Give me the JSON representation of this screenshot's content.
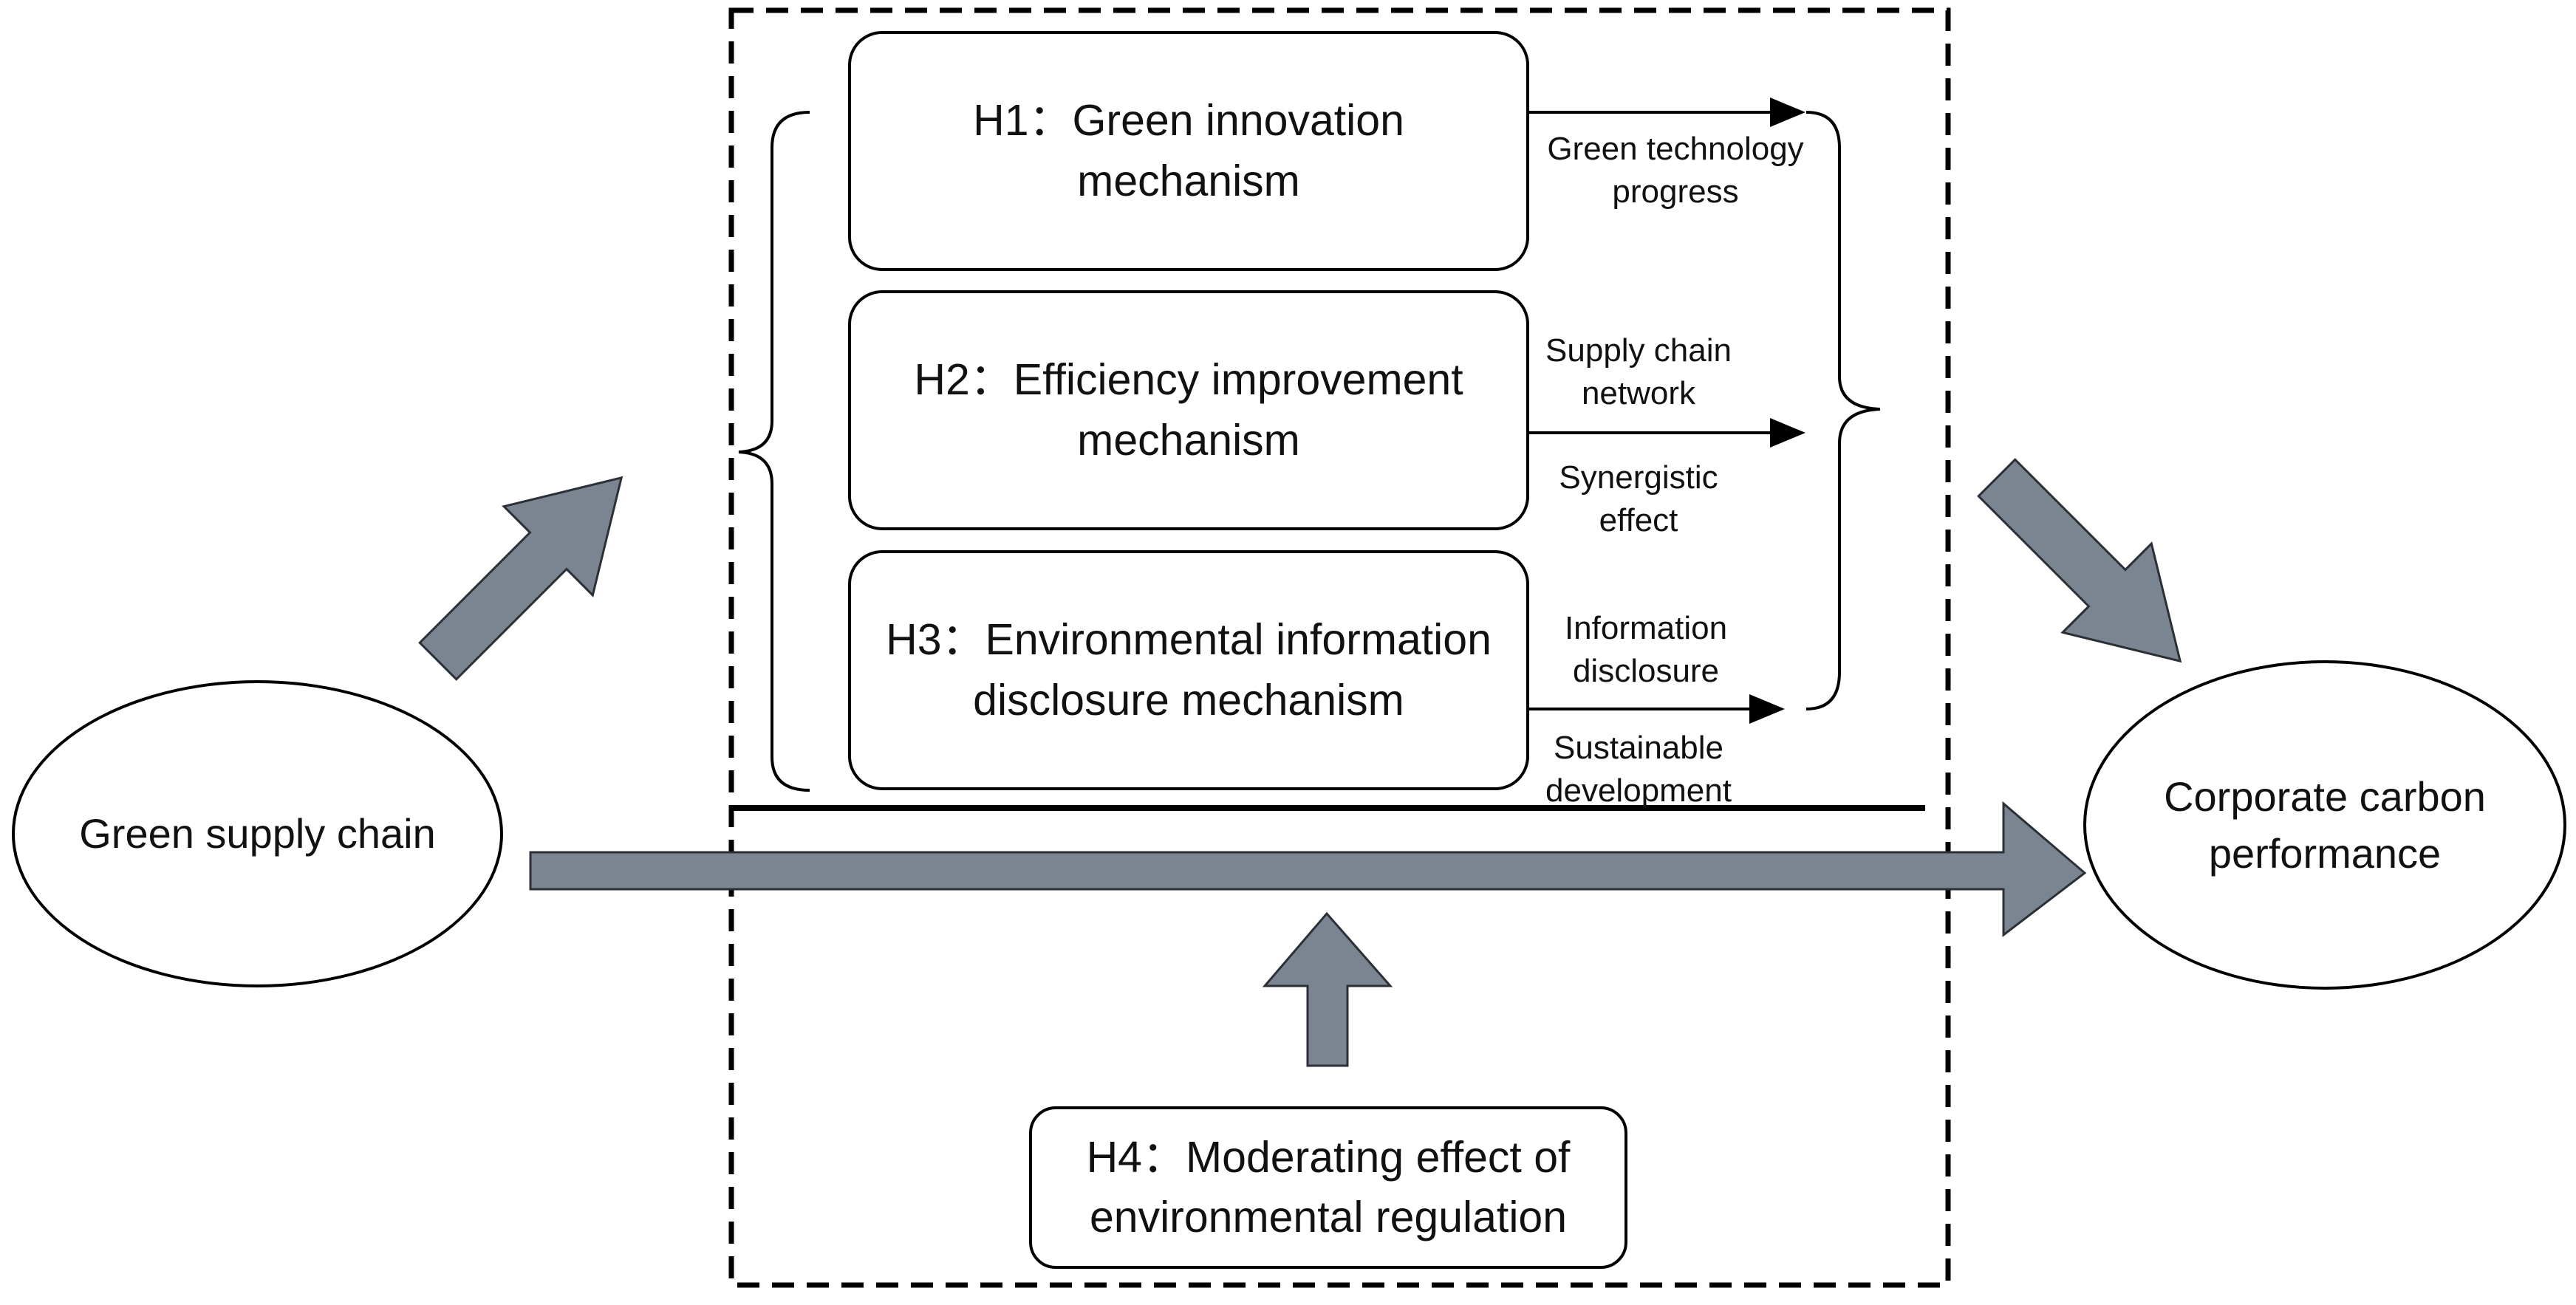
{
  "nodes": {
    "green_supply_chain": {
      "label": "Green supply chain"
    },
    "corporate_carbon_performance": {
      "lines": [
        "Corporate carbon",
        "performance"
      ]
    },
    "h1": {
      "lines": [
        "H1：Green innovation",
        "mechanism"
      ]
    },
    "h2": {
      "lines": [
        "H2：Efficiency improvement",
        "mechanism"
      ]
    },
    "h3": {
      "lines": [
        "H3：Environmental information",
        "disclosure mechanism"
      ]
    },
    "h4": {
      "lines": [
        "H4：Moderating effect of",
        "environmental regulation"
      ]
    }
  },
  "edge_labels": {
    "h1": [
      "Green technology",
      "progress"
    ],
    "h2_top": [
      "Supply chain",
      "network"
    ],
    "h2_bottom": [
      "Synergistic",
      "effect"
    ],
    "h3_top": [
      "Information",
      "disclosure"
    ],
    "h3_bottom": [
      "Sustainable",
      "development"
    ]
  },
  "colors": {
    "block_arrow_fill": "#7b8592",
    "block_arrow_stroke": "#2b2f36",
    "line": "#000000"
  }
}
